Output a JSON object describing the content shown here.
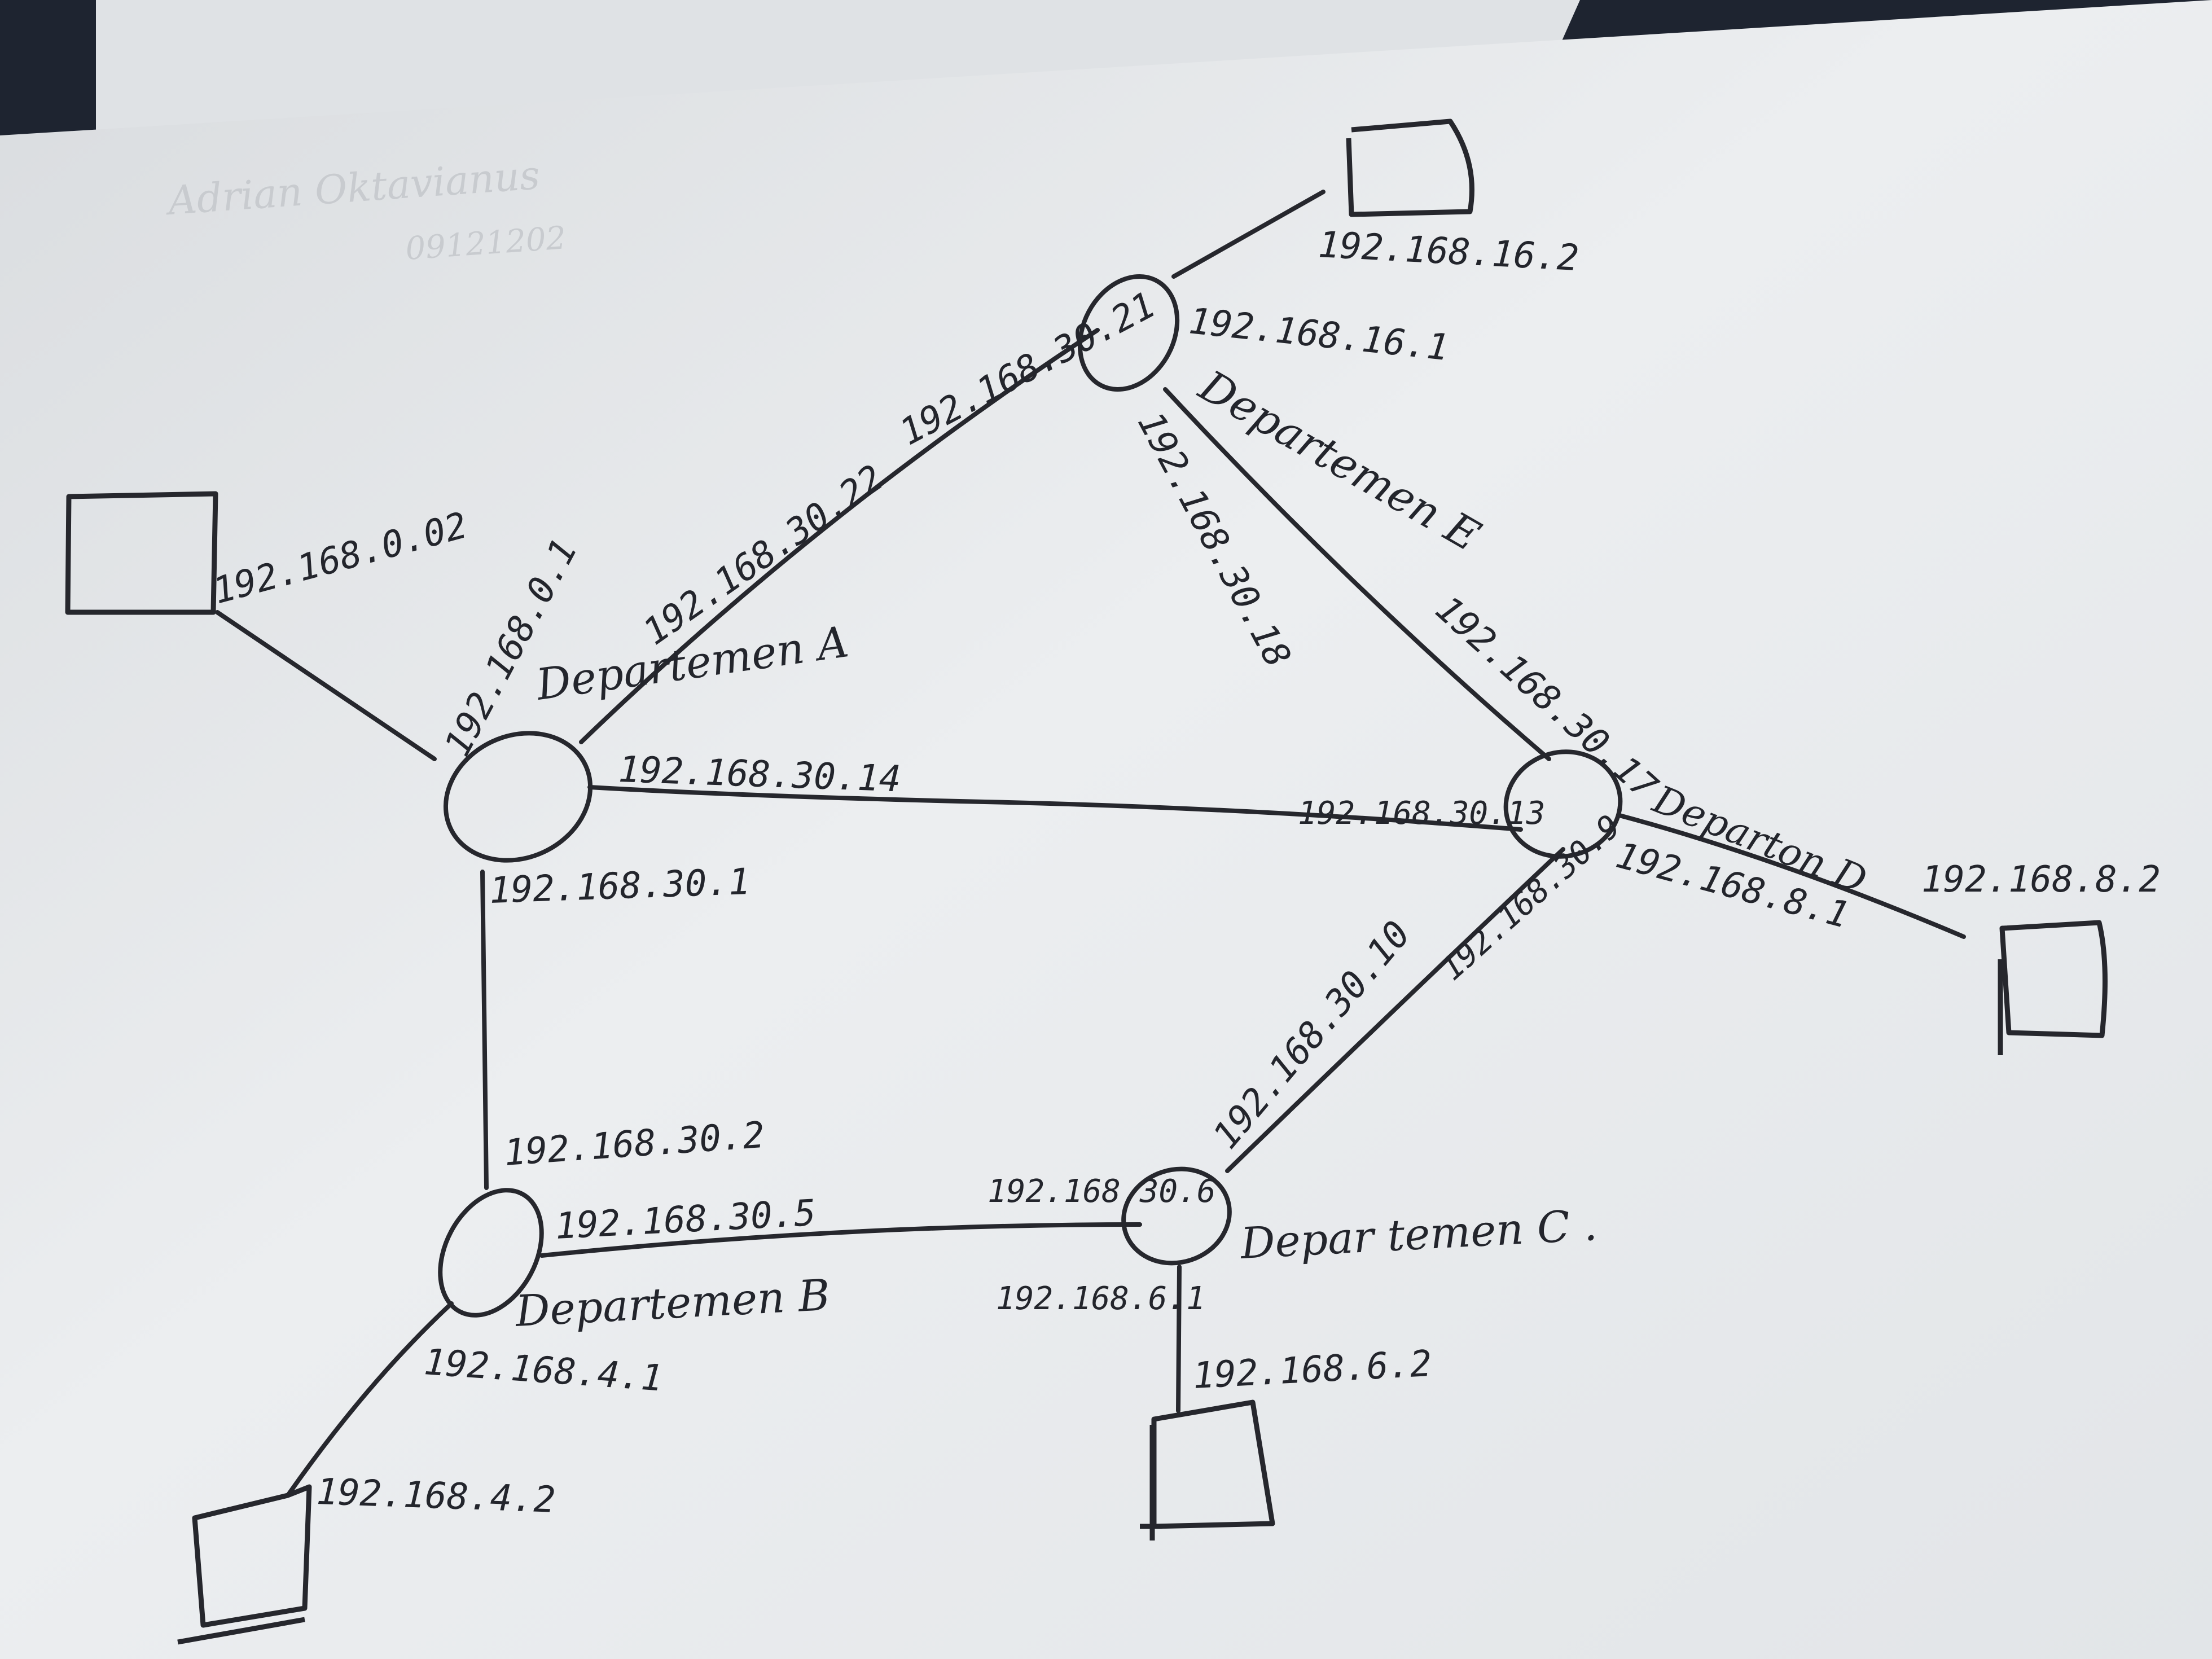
{
  "departments": {
    "a": "Departemen A",
    "b": "Departemen B",
    "c": "Depar temen C .",
    "d": "Departon D",
    "e": "Departemen E"
  },
  "addresses": {
    "a_host": "192.168.0.02",
    "a_lan": "192.168.0.1",
    "a_to_e": "192.168.30.22",
    "a_to_d": "192.168.30.14",
    "a_to_b": "192.168.30.1",
    "e_to_a": "192.168.30.21",
    "e_lan": "192.168.16.1",
    "e_host": "192.168.16.2",
    "e_to_d": "192.168.30.18",
    "d_to_e": "192.168.30.17",
    "d_to_a": "192.168.30.13",
    "d_lan": "192.168.8.1",
    "d_host": "192.168.8.2",
    "d_to_c": "192.168.30.9",
    "c_to_d": "192.168.30.10",
    "c_to_b": "192.168.30.6",
    "c_lan": "192.168.6.1",
    "c_host": "192.168.6.2",
    "b_to_a": "192.168.30.2",
    "b_to_c": "192.168.30.5",
    "b_lan": "192.168.4.1",
    "b_host": "192.168.4.2"
  },
  "author": {
    "name": "Adrian Oktavianus",
    "id": "09121202"
  },
  "colors": {
    "paper": "#e9ebed",
    "ink": "#26272d",
    "background": "#1e2430"
  }
}
